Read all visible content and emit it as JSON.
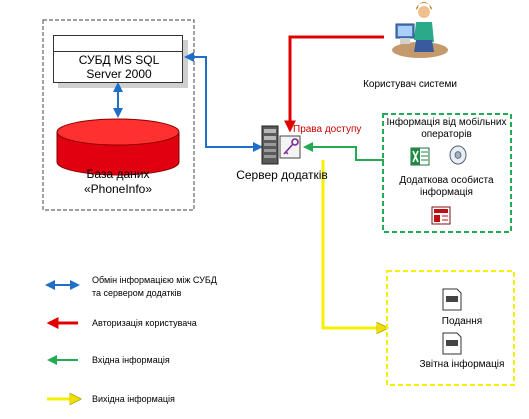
{
  "dbms": {
    "title": "СУБД MS SQL",
    "version": "Server 2000"
  },
  "database": {
    "line1": "База даних",
    "line2": "«PhoneInfo»"
  },
  "app_server": {
    "label": "Сервер додатків"
  },
  "access_rights": {
    "label": "Права доступу"
  },
  "system_user": {
    "label": "Користувач системи"
  },
  "mobile_info": {
    "title_line1": "Інформація від мобільних",
    "title_line2": "операторів",
    "extra_line1": "Додаткова особиста",
    "extra_line2": "інформація"
  },
  "output_docs": {
    "item1": "Подання",
    "item2": "Звітна інформація"
  },
  "legend": {
    "exchange_line1": "Обмін інформацією між СУБД",
    "exchange_line2": "та сервером додатків",
    "authorization": "Авторизація користувача",
    "input": "Вхідна інформація",
    "output": "Вихідна інформація"
  },
  "colors": {
    "exchange": "#1f6fc8",
    "authorization": "#e00000",
    "input": "#22aa55",
    "output": "#f5f000",
    "database_fill": "#e00010"
  }
}
